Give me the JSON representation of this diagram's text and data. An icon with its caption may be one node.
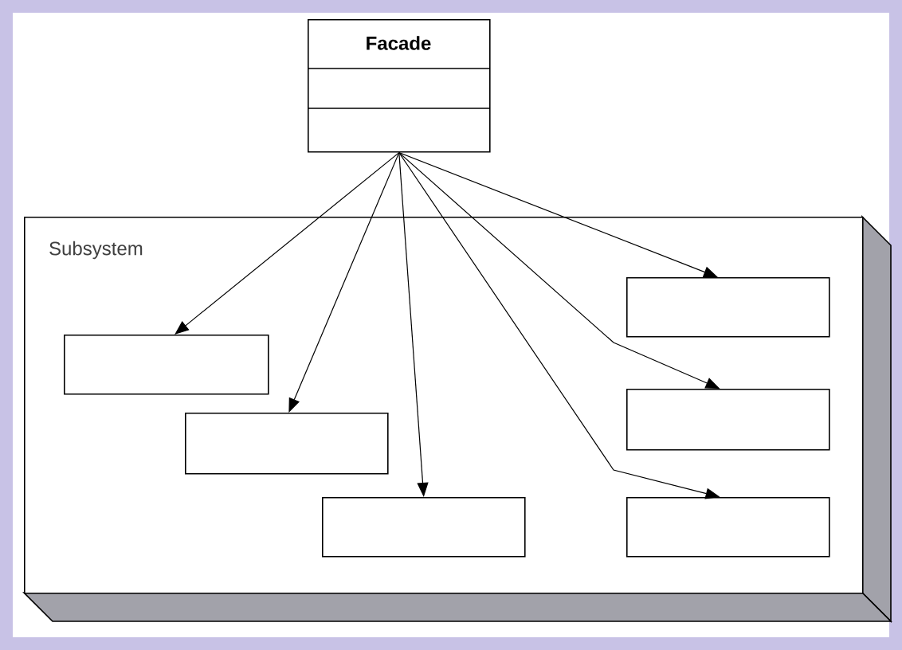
{
  "diagram": {
    "nodes": [
      {
        "text": [
          "Facade"
        ]
      },
      {
        "text": [
          "Subsystem"
        ]
      },
      {
        "text": [],
        "shape": "box",
        "in": 1
      },
      {
        "text": [],
        "shape": "box",
        "in": 1
      },
      {
        "text": [],
        "shape": "box",
        "in": 1
      },
      {
        "text": [],
        "shape": "box",
        "in": 1
      },
      {
        "text": [],
        "shape": "box",
        "in": 1
      },
      {
        "text": [],
        "shape": "box",
        "in": 1
      }
    ],
    "edges": [
      {
        "from": 0,
        "to": 2,
        "arrow": "to"
      },
      {
        "from": 0,
        "to": 3,
        "arrow": "to"
      },
      {
        "from": 0,
        "to": 4,
        "arrow": "to"
      },
      {
        "from": 0,
        "to": 5,
        "arrow": "to"
      },
      {
        "from": 0,
        "to": 6,
        "arrow": "to"
      },
      {
        "from": 0,
        "to": 7,
        "arrow": "to"
      }
    ]
  }
}
